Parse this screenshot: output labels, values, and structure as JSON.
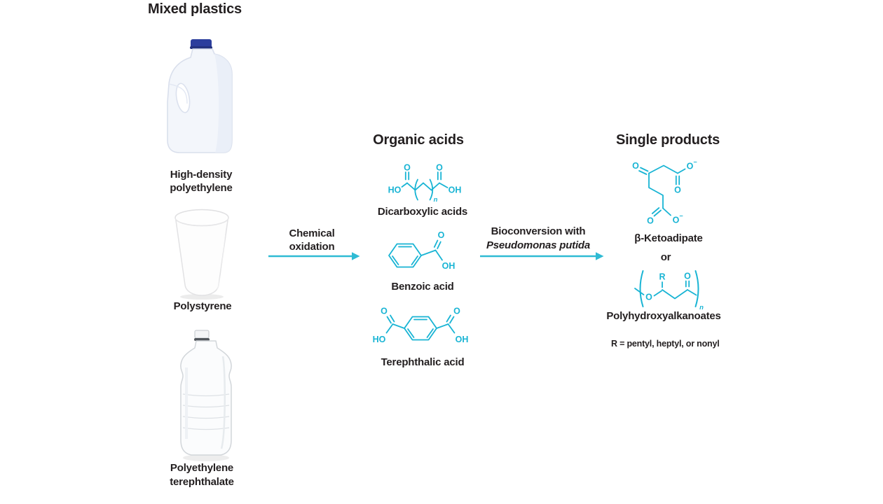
{
  "colors": {
    "accent_arrow": "#2fbbd4",
    "structure_cyan": "#18b4d4",
    "text": "#231f20",
    "jug_cap_blue": "#2c3e9d"
  },
  "headings": {
    "left": "Mixed plastics",
    "middle": "Organic acids",
    "right": "Single products"
  },
  "plastics": [
    {
      "line1": "High-density",
      "line2": "polyethylene",
      "image": "milk-jug"
    },
    {
      "line1": "Polystyrene",
      "line2": "",
      "image": "foam-cup"
    },
    {
      "line1": "Polyethylene",
      "line2": "terephthalate",
      "image": "water-bottle"
    }
  ],
  "process_arrows": [
    {
      "line1": "Chemical",
      "line2": "oxidation",
      "line2_italic": false
    },
    {
      "line1": "Bioconversion with",
      "line2": "Pseudomonas putida",
      "line2_italic": true
    }
  ],
  "organic_acids": [
    "Dicarboxylic acids",
    "Benzoic acid",
    "Terephthalic acid"
  ],
  "products": {
    "product1": "β-Ketoadipate",
    "conjunction": "or",
    "product2": "Polyhydroxyalkanoates",
    "r_note": "R = pentyl, heptyl, or nonyl"
  },
  "atoms": {
    "o": "O",
    "ho": "HO",
    "oh": "OH",
    "minus": "−",
    "r": "R",
    "n": "n"
  }
}
